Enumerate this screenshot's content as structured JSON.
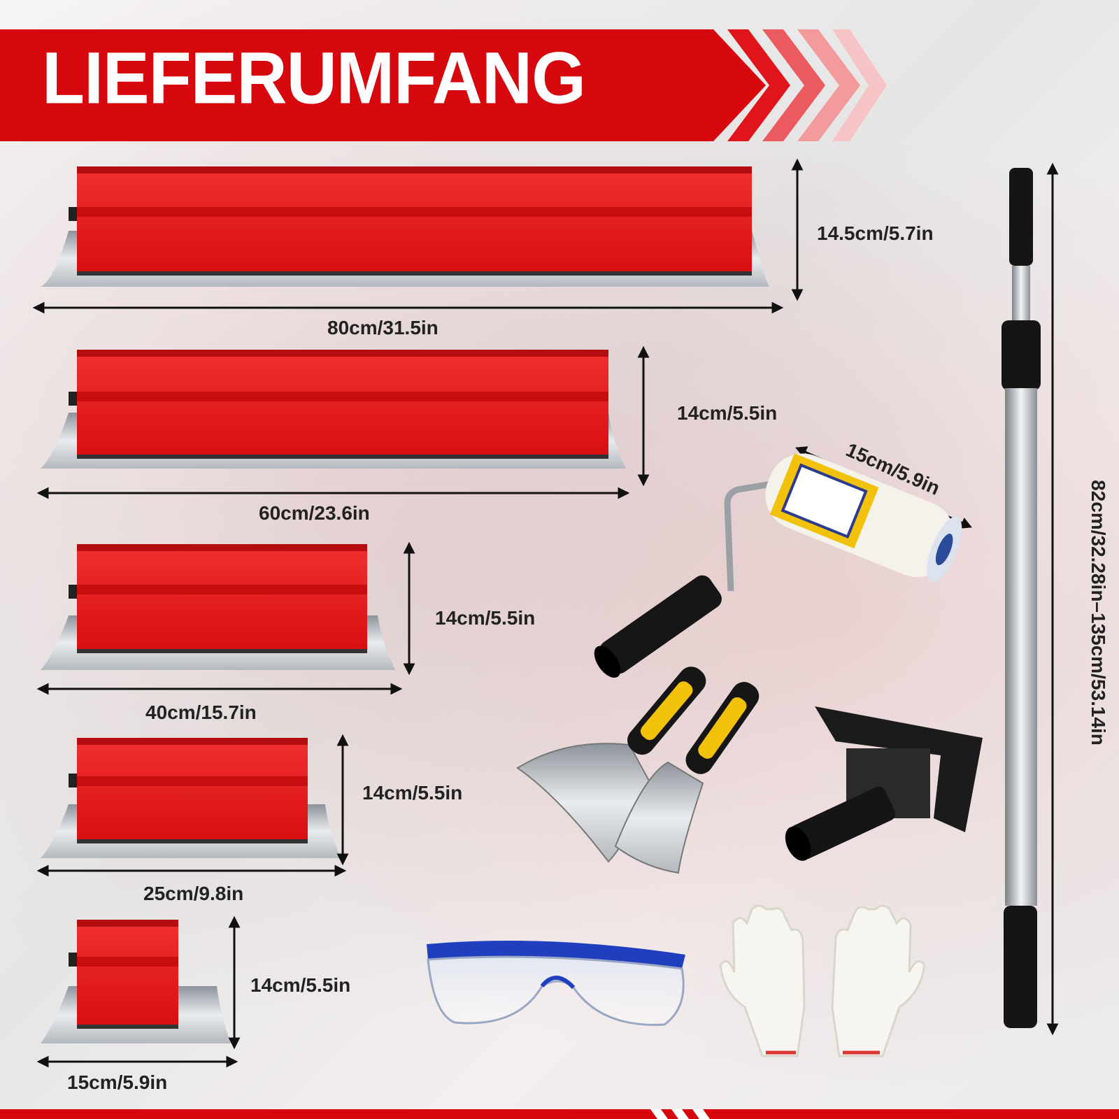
{
  "banner": {
    "title": "LIEFERUMFANG",
    "color": "#d6080e"
  },
  "trowels": [
    {
      "width_label": "80cm/31.5in",
      "height_label": "14.5cm/5.7in"
    },
    {
      "width_label": "60cm/23.6in",
      "height_label": "14cm/5.5in"
    },
    {
      "width_label": "40cm/15.7in",
      "height_label": "14cm/5.5in"
    },
    {
      "width_label": "25cm/9.8in",
      "height_label": "14cm/5.5in"
    },
    {
      "width_label": "15cm/5.9in",
      "height_label": "14cm/5.5in"
    }
  ],
  "roller": {
    "size_label": "15cm/5.9in"
  },
  "pole": {
    "length_label": "82cm/32.28in–135cm/53.14in"
  },
  "icons": [
    "paint-roller-icon",
    "putty-knife-icon",
    "pole-adapter-icon",
    "telescopic-pole-icon",
    "safety-glasses-icon",
    "work-gloves-icon"
  ],
  "colors": {
    "trowel_red": "#e61b1b",
    "steel": "#c9cdd2",
    "black": "#141414",
    "glasses_blue": "#1f3fbf",
    "yellow": "#f2c20a"
  }
}
